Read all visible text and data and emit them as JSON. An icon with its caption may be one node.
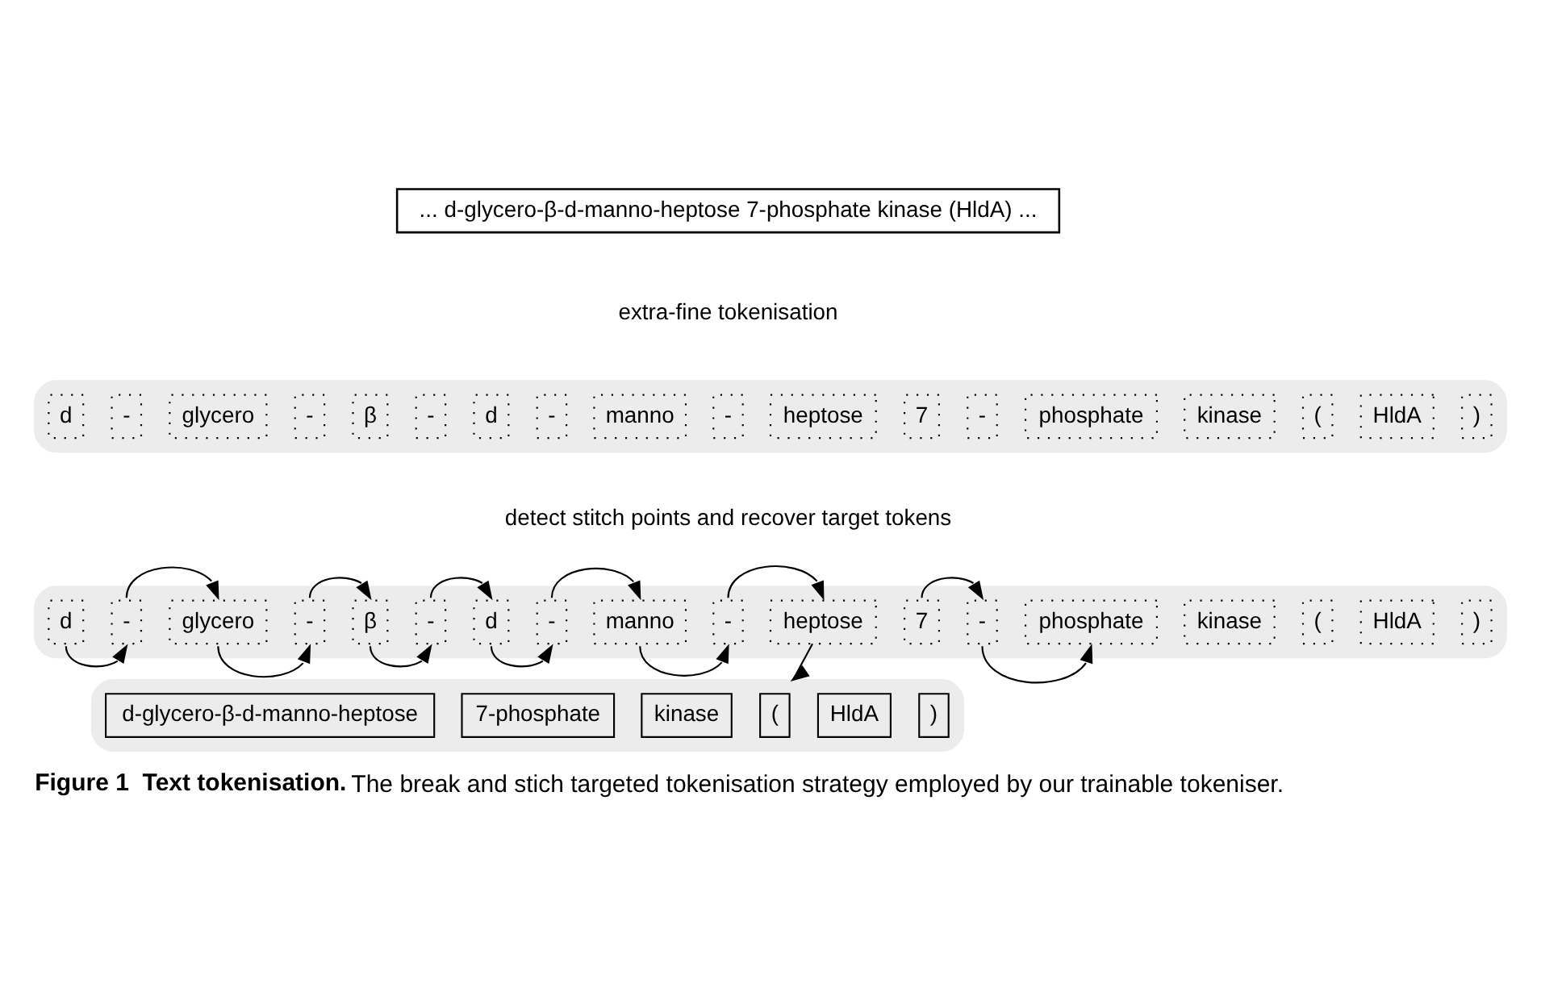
{
  "diagram": {
    "caption": "**Figure 1  Text tokenisation.** The break and stich targeted tokenisation strategy employed by our trainable tokeniser.",
    "nodes": [
      {
        "text": [
          "... d-glycero-β-d-manno-heptose 7-phosphate kinase (HldA) ..."
        ]
      },
      {
        "text": [],
        "shape": "bar"
      },
      {
        "text": [
          "d"
        ],
        "in": 1
      },
      {
        "text": [
          "-"
        ],
        "in": 1
      },
      {
        "text": [
          "glycero"
        ],
        "in": 1
      },
      {
        "text": [
          "-"
        ],
        "in": 1
      },
      {
        "text": [
          "β"
        ],
        "in": 1
      },
      {
        "text": [
          "-"
        ],
        "in": 1
      },
      {
        "text": [
          "d"
        ],
        "in": 1
      },
      {
        "text": [
          "-"
        ],
        "in": 1
      },
      {
        "text": [
          "manno"
        ],
        "in": 1
      },
      {
        "text": [
          "-"
        ],
        "in": 1
      },
      {
        "text": [
          "heptose"
        ],
        "in": 1
      },
      {
        "text": [
          "7"
        ],
        "in": 1
      },
      {
        "text": [
          "-"
        ],
        "in": 1
      },
      {
        "text": [
          "phosphate"
        ],
        "in": 1
      },
      {
        "text": [
          "kinase"
        ],
        "in": 1
      },
      {
        "text": [
          "("
        ],
        "in": 1
      },
      {
        "text": [
          "HldA"
        ],
        "in": 1
      },
      {
        "text": [
          ")"
        ],
        "in": 1
      },
      {
        "text": [],
        "shape": "bar"
      },
      {
        "text": [
          "d"
        ],
        "in": 20
      },
      {
        "text": [
          "-"
        ],
        "in": 20
      },
      {
        "text": [
          "glycero"
        ],
        "in": 20
      },
      {
        "text": [
          "-"
        ],
        "in": 20
      },
      {
        "text": [
          "β"
        ],
        "in": 20
      },
      {
        "text": [
          "-"
        ],
        "in": 20
      },
      {
        "text": [
          "d"
        ],
        "in": 20
      },
      {
        "text": [
          "-"
        ],
        "in": 20
      },
      {
        "text": [
          "manno"
        ],
        "in": 20
      },
      {
        "text": [
          "-"
        ],
        "in": 20
      },
      {
        "text": [
          "heptose"
        ],
        "in": 20
      },
      {
        "text": [
          "7"
        ],
        "in": 20
      },
      {
        "text": [
          "-"
        ],
        "in": 20
      },
      {
        "text": [
          "phosphate"
        ],
        "in": 20
      },
      {
        "text": [
          "kinase"
        ],
        "in": 20
      },
      {
        "text": [
          "("
        ],
        "in": 20
      },
      {
        "text": [
          "HldA"
        ],
        "in": 20
      },
      {
        "text": [
          ")"
        ],
        "in": 20
      },
      {
        "text": [],
        "shape": "bar"
      },
      {
        "text": [
          "d-glycero-β-d-manno-heptose"
        ],
        "in": 39
      },
      {
        "text": [
          "7-phosphate"
        ],
        "in": 39
      },
      {
        "text": [
          "kinase"
        ],
        "in": 39
      },
      {
        "text": [
          "("
        ],
        "in": 39
      },
      {
        "text": [
          "HldA"
        ],
        "in": 39
      },
      {
        "text": [
          ")"
        ],
        "in": 39
      }
    ],
    "edges": [
      {
        "from": 22,
        "to": 23,
        "arrow": "to"
      },
      {
        "from": 21,
        "to": 22,
        "arrow": "to"
      },
      {
        "from": 24,
        "to": 25,
        "arrow": "to"
      },
      {
        "from": 23,
        "to": 24,
        "arrow": "to"
      },
      {
        "from": 26,
        "to": 27,
        "arrow": "to"
      },
      {
        "from": 25,
        "to": 26,
        "arrow": "to"
      },
      {
        "from": 28,
        "to": 29,
        "arrow": "to"
      },
      {
        "from": 27,
        "to": 28,
        "arrow": "to"
      },
      {
        "from": 30,
        "to": 31,
        "arrow": "to"
      },
      {
        "from": 29,
        "to": 30,
        "arrow": "to"
      },
      {
        "from": 32,
        "to": 33,
        "arrow": "to"
      },
      {
        "from": 33,
        "to": 34,
        "arrow": "to"
      },
      {
        "from": 31,
        "to": 39,
        "arrow": "to"
      }
    ],
    "labels": [
      "extra-fine tokenisation",
      "detect stitch points and recover target tokens"
    ]
  }
}
